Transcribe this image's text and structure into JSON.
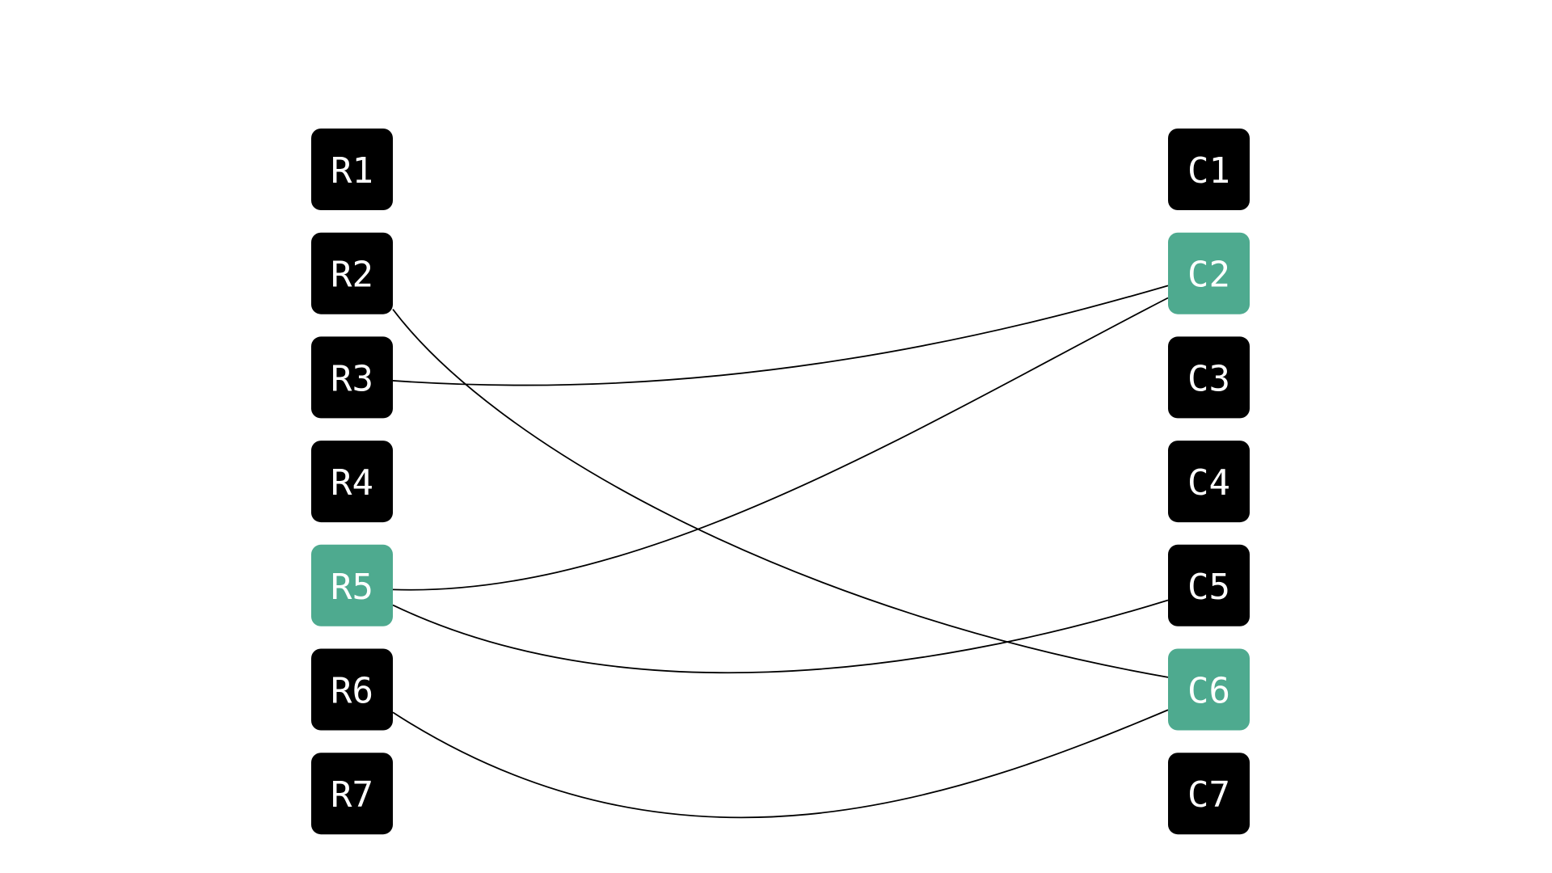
{
  "colors": {
    "default_node": "#000000",
    "highlight_node": "#4eaa8f",
    "label": "#ffffff",
    "edge": "#000000",
    "background": "#ffffff"
  },
  "left_nodes": [
    {
      "id": "R1",
      "label": "R1",
      "highlighted": false
    },
    {
      "id": "R2",
      "label": "R2",
      "highlighted": false
    },
    {
      "id": "R3",
      "label": "R3",
      "highlighted": false
    },
    {
      "id": "R4",
      "label": "R4",
      "highlighted": false
    },
    {
      "id": "R5",
      "label": "R5",
      "highlighted": true
    },
    {
      "id": "R6",
      "label": "R6",
      "highlighted": false
    },
    {
      "id": "R7",
      "label": "R7",
      "highlighted": false
    }
  ],
  "right_nodes": [
    {
      "id": "C1",
      "label": "C1",
      "highlighted": false
    },
    {
      "id": "C2",
      "label": "C2",
      "highlighted": true
    },
    {
      "id": "C3",
      "label": "C3",
      "highlighted": false
    },
    {
      "id": "C4",
      "label": "C4",
      "highlighted": false
    },
    {
      "id": "C5",
      "label": "C5",
      "highlighted": false
    },
    {
      "id": "C6",
      "label": "C6",
      "highlighted": true
    },
    {
      "id": "C7",
      "label": "C7",
      "highlighted": false
    }
  ],
  "edges": [
    {
      "from": "R2",
      "to": "C6"
    },
    {
      "from": "R3",
      "to": "C2"
    },
    {
      "from": "R5",
      "to": "C2"
    },
    {
      "from": "R5",
      "to": "C5"
    },
    {
      "from": "R6",
      "to": "C6"
    }
  ]
}
